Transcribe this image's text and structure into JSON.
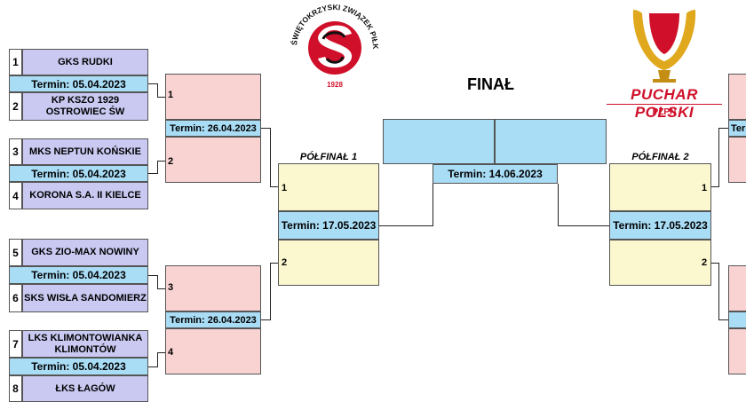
{
  "round1": [
    {
      "num1": "1",
      "team1": "GKS RUDKI",
      "term": "Termin: 05.04.2023",
      "num2": "2",
      "team2": "KP KSZO 1929\nOSTROWIEC ŚW"
    },
    {
      "num1": "3",
      "team1": "MKS NEPTUN KOŃSKIE",
      "term": "Termin: 05.04.2023",
      "num2": "4",
      "team2": "KORONA S.A. II KIELCE"
    },
    {
      "num1": "5",
      "team1": "GKS ZIO-MAX NOWINY",
      "term": "Termin: 05.04.2023",
      "num2": "6",
      "team2": "SKS WISŁA SANDOMIERZ"
    },
    {
      "num1": "7",
      "team1": "LKS KLIMONTOWIANKA\nKLIMONTÓW",
      "term": "Termin: 05.04.2023",
      "num2": "8",
      "team2": "ŁKS ŁAGÓW"
    }
  ],
  "quarter": [
    {
      "slot1": "1",
      "slot2": "2",
      "term": "Termin: 26.04.2023"
    },
    {
      "slot1": "3",
      "slot2": "4",
      "term": "Termin: 26.04.2023"
    }
  ],
  "semi_left": {
    "title": "PÓŁFINAŁ 1",
    "slot1": "1",
    "slot2": "2",
    "term": "Termin: 17.05.2023"
  },
  "semi_right": {
    "title": "PÓŁFINAŁ 2",
    "slot1": "1",
    "slot2": "2",
    "term": "Termin: 17.05.2023"
  },
  "final": {
    "title": "FINAŁ",
    "term": "Termin: 14.06.2023"
  },
  "right_quarter": {
    "term_partial": "Ter"
  },
  "logo_left": {
    "text_top": "ŚWIĘTOKRZYSKI ZWIĄZEK PIŁKI NOŻNEJ",
    "year": "1928"
  },
  "logo_right": {
    "title": "PUCHAR POLSKI",
    "subtitle": "PZPN"
  },
  "colors": {
    "team": "#c9c9f2",
    "term": "#a9dcf5",
    "quarter": "#f9d2d2",
    "semi": "#fbf7cf",
    "logo_red": "#d0102a",
    "logo_gold": "#e0a81d"
  }
}
